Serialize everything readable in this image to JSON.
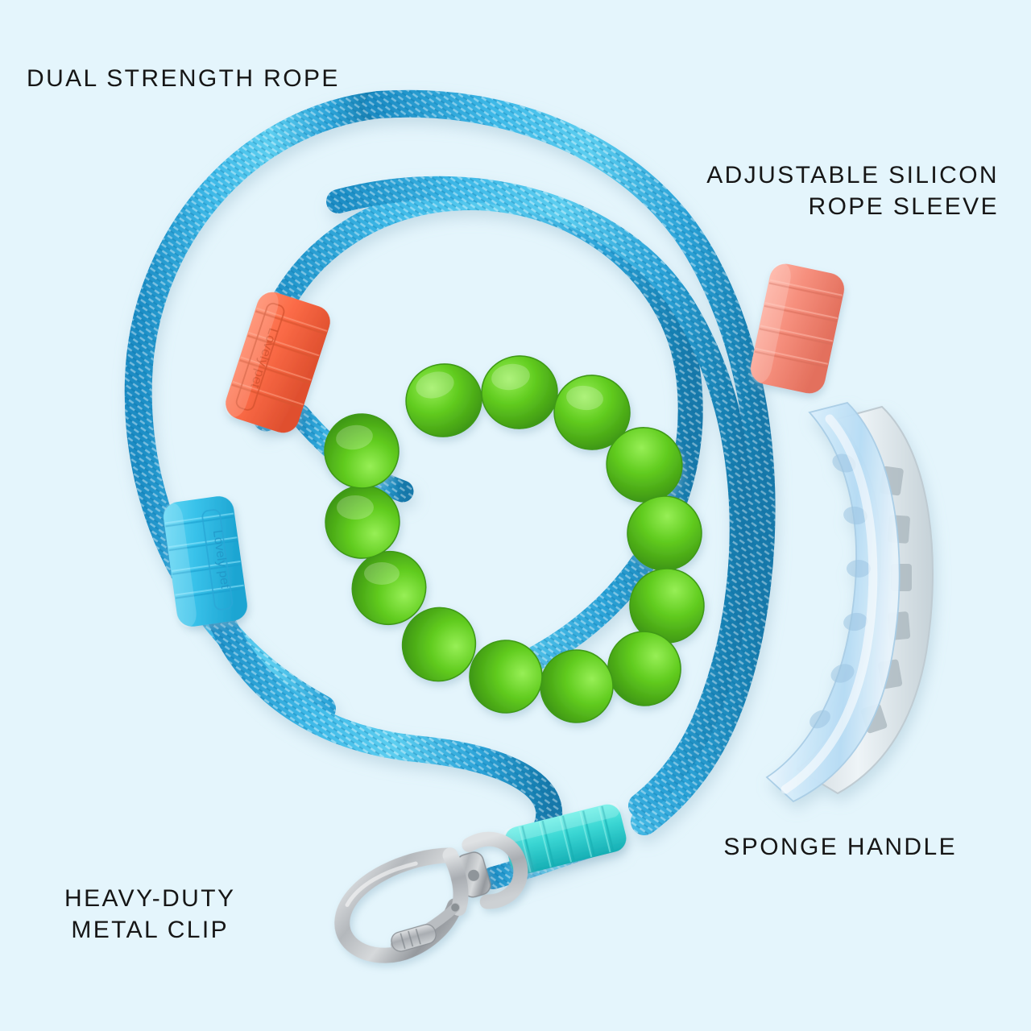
{
  "page": {
    "background_color": "#e4f5fc",
    "text_color": "#161616",
    "product": "rope dog leash"
  },
  "labels": {
    "dual_strength_rope": "DUAL STRENGTH ROPE",
    "adjustable_silicon_rope_sleeve": "ADJUSTABLE SILICON\nROPE SLEEVE",
    "sponge_handle": "SPONGE HANDLE",
    "heavy_duty_metal_clip": "HEAVY-DUTY\nMETAL CLIP"
  },
  "brand": {
    "embossed_text": "Lovely pet"
  },
  "colors": {
    "rope_blue": "#27a6dc",
    "rope_blue_dark": "#1583b8",
    "rope_blue_light": "#56c8ee",
    "sleeve_orange": "#fa6a47",
    "sleeve_blue": "#3fc6ec",
    "sleeve_pink": "#f6917f",
    "sleeve_turquoise": "#3bd4d2",
    "sponge_green": "#5dc720",
    "sponge_green_light": "#7fe03a",
    "handle_grip": "#cfe9fa",
    "metal_silver": "#b9bcc0",
    "background": "#e4f5fc"
  },
  "components": [
    {
      "name": "dual-strength-rope",
      "color": "#27a6dc",
      "description": "braided blue rope"
    },
    {
      "name": "orange-silicon-sleeve",
      "color": "#fa6a47",
      "brand_text": "Lovely pet"
    },
    {
      "name": "blue-silicon-sleeve",
      "color": "#3fc6ec",
      "brand_text": "Lovely pet"
    },
    {
      "name": "pink-silicon-sleeve",
      "color": "#f6917f",
      "brand_text": ""
    },
    {
      "name": "turquoise-silicon-sleeve",
      "color": "#3bd4d2",
      "brand_text": ""
    },
    {
      "name": "green-sponge-beads",
      "color": "#5dc720",
      "count": 13
    },
    {
      "name": "translucent-sponge-handle",
      "color": "#cfe9fa"
    },
    {
      "name": "heavy-duty-metal-clip",
      "color": "#b9bcc0"
    }
  ]
}
